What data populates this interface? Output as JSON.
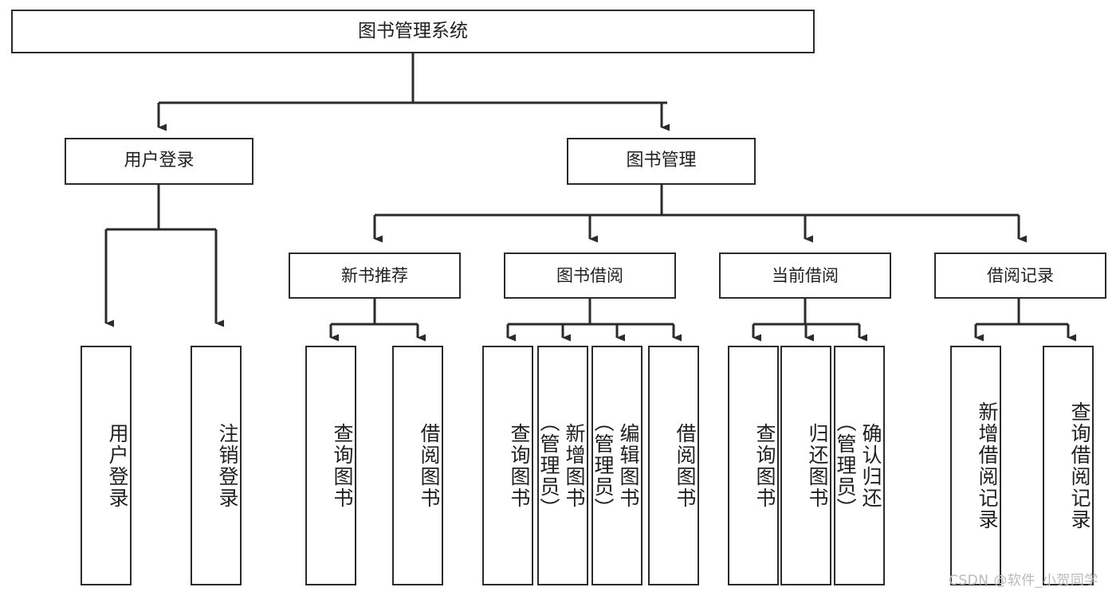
{
  "diagram": {
    "title": "图书管理系统",
    "type": "hierarchy-tree",
    "orientation": "top-down",
    "colors": {
      "background": "#ffffff",
      "box_border": "#2b2b2b",
      "box_fill": "#ffffff",
      "connector": "#2b2b2b",
      "text": "#1f1f1f",
      "watermark": "#b9b9b9"
    },
    "root": {
      "label": "图书管理系统"
    },
    "level2": [
      {
        "label": "用户登录"
      },
      {
        "label": "图书管理"
      }
    ],
    "level3": [
      {
        "label": "新书推荐"
      },
      {
        "label": "图书借阅"
      },
      {
        "label": "当前借阅"
      },
      {
        "label": "借阅记录"
      }
    ],
    "leaves": {
      "user_login": [
        {
          "label": "用户登录"
        },
        {
          "label": "注销登录"
        }
      ],
      "new_book_recommend": [
        {
          "label": "查询图书"
        },
        {
          "label": "借阅图书"
        }
      ],
      "book_borrow": [
        {
          "label": "查询图书"
        },
        {
          "label": "新增图书\n（管理员）"
        },
        {
          "label": "编辑图书\n（管理员）"
        },
        {
          "label": "借阅图书"
        }
      ],
      "current_borrow": [
        {
          "label": "查询图书"
        },
        {
          "label": "归还图书"
        },
        {
          "label": "确认归还\n（管理员）"
        }
      ],
      "borrow_record": [
        {
          "label": "新增借阅记录"
        },
        {
          "label": "查询借阅记录"
        }
      ]
    },
    "watermark": "CSDN @软件_小贺同学"
  }
}
